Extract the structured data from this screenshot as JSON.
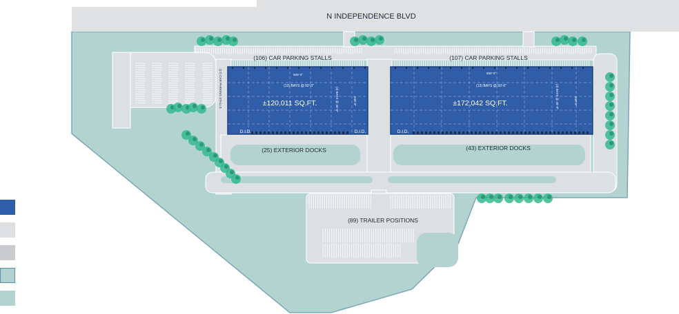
{
  "road": {
    "name": "N INDEPENDENCE BLVD"
  },
  "buildings": [
    {
      "area": "±120,011 SQ.FT.",
      "parking": "(106) CAR PARKING STALLS",
      "docks": "(25) EXTERIOR DOCKS",
      "bays": "(13) BAYS @ 50'-0\"",
      "side_bays": "(4) BAYS @ 45'-0\"",
      "width_dim": "500'-0\"",
      "depth_dim": "240'-0\"",
      "did_left": "D.I.D.",
      "did_right": "D.I.D."
    },
    {
      "area": "±172,042 SQ.FT.",
      "parking": "(107) CAR PARKING STALLS",
      "docks": "(43) EXTERIOR DOCKS",
      "bays": "(13) BAYS @ 50'-0\"",
      "side_bays": "(4) BAYS @ 45'-0\"",
      "width_dim": "650'-0\"",
      "depth_dim": "240'-0\"",
      "did_left": "D.I.D."
    }
  ],
  "side_parking": "(17) CAR PARKING STALLS",
  "trailer_yard": "(89) TRAILER POSITIONS",
  "colors": {
    "building": "#2f5da8",
    "pavement": "#d6d9dd",
    "road": "#dfe1e3",
    "landscape": "#b3d3d0",
    "tree": "#35b98f"
  },
  "legend": [
    {
      "color": "#2f5da8"
    },
    {
      "color": "#dedfe1"
    },
    {
      "color": "#c9cbcf"
    },
    {
      "color": "#b3d3d0"
    },
    {
      "color": "#b3d3d0"
    }
  ]
}
